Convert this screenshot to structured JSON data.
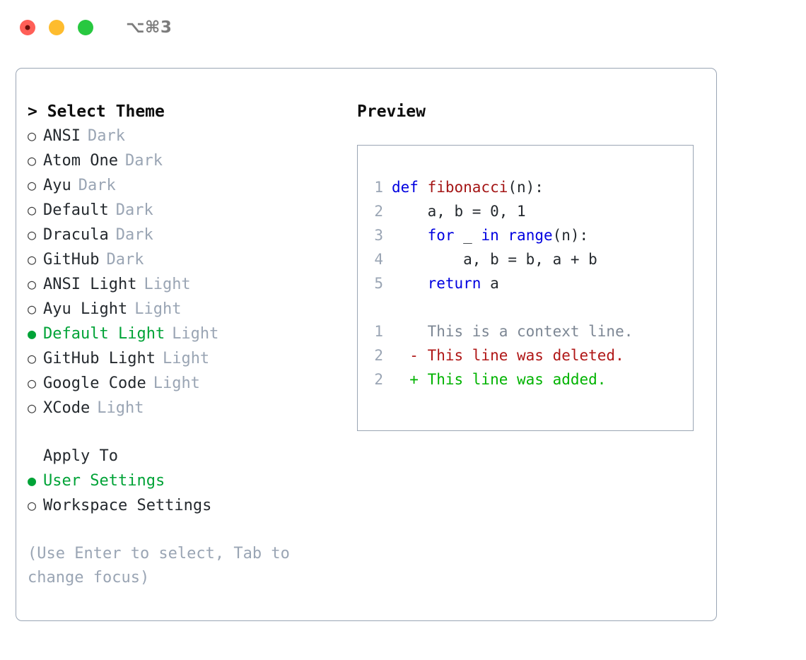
{
  "titlebar": {
    "shortcut": "⌥⌘3",
    "buttons": [
      {
        "name": "close",
        "color": "#ff5f57"
      },
      {
        "name": "minimize",
        "color": "#febc2e"
      },
      {
        "name": "zoom",
        "color": "#28c840"
      }
    ]
  },
  "theme_picker": {
    "header": "> Select Theme",
    "selected_bullet": "●",
    "unselected_bullet": "○",
    "accent_color": "#00a337",
    "muted_color": "#9aa5b4",
    "items": [
      {
        "label": "ANSI",
        "kind": "Dark",
        "selected": false
      },
      {
        "label": "Atom One",
        "kind": "Dark",
        "selected": false
      },
      {
        "label": "Ayu",
        "kind": "Dark",
        "selected": false
      },
      {
        "label": "Default",
        "kind": "Dark",
        "selected": false
      },
      {
        "label": "Dracula",
        "kind": "Dark",
        "selected": false
      },
      {
        "label": "GitHub",
        "kind": "Dark",
        "selected": false
      },
      {
        "label": "ANSI Light",
        "kind": "Light",
        "selected": false
      },
      {
        "label": "Ayu Light",
        "kind": "Light",
        "selected": false
      },
      {
        "label": "Default Light",
        "kind": "Light",
        "selected": true
      },
      {
        "label": "GitHub Light",
        "kind": "Light",
        "selected": false
      },
      {
        "label": "Google Code",
        "kind": "Light",
        "selected": false
      },
      {
        "label": "XCode",
        "kind": "Light",
        "selected": false
      }
    ]
  },
  "apply_to": {
    "header": "Apply To",
    "items": [
      {
        "label": "User Settings",
        "selected": true
      },
      {
        "label": "Workspace Settings",
        "selected": false
      }
    ]
  },
  "hint": "(Use Enter to select, Tab to change focus)",
  "preview": {
    "title": "Preview",
    "code_lines": [
      {
        "no": "1",
        "tokens": [
          {
            "t": "def ",
            "c": "kw"
          },
          {
            "t": "fibonacci",
            "c": "fn"
          },
          {
            "t": "(n):",
            "c": "plain"
          }
        ]
      },
      {
        "no": "2",
        "tokens": [
          {
            "t": "    a, b = 0, 1",
            "c": "plain"
          }
        ]
      },
      {
        "no": "3",
        "tokens": [
          {
            "t": "    ",
            "c": "plain"
          },
          {
            "t": "for",
            "c": "kw"
          },
          {
            "t": " _ ",
            "c": "plain"
          },
          {
            "t": "in",
            "c": "kw"
          },
          {
            "t": " ",
            "c": "plain"
          },
          {
            "t": "range",
            "c": "kw"
          },
          {
            "t": "(n):",
            "c": "plain"
          }
        ]
      },
      {
        "no": "4",
        "tokens": [
          {
            "t": "        a, b = b, a + b",
            "c": "plain"
          }
        ]
      },
      {
        "no": "5",
        "tokens": [
          {
            "t": "    ",
            "c": "plain"
          },
          {
            "t": "return",
            "c": "kw"
          },
          {
            "t": " a",
            "c": "plain"
          }
        ]
      }
    ],
    "diff_lines": [
      {
        "no": "1",
        "marker": " ",
        "text": "This is a context line.",
        "kind": "ctx"
      },
      {
        "no": "2",
        "marker": "-",
        "text": "This line was deleted.",
        "kind": "del"
      },
      {
        "no": "2",
        "marker": "+",
        "text": "This line was added.",
        "kind": "add"
      }
    ]
  }
}
